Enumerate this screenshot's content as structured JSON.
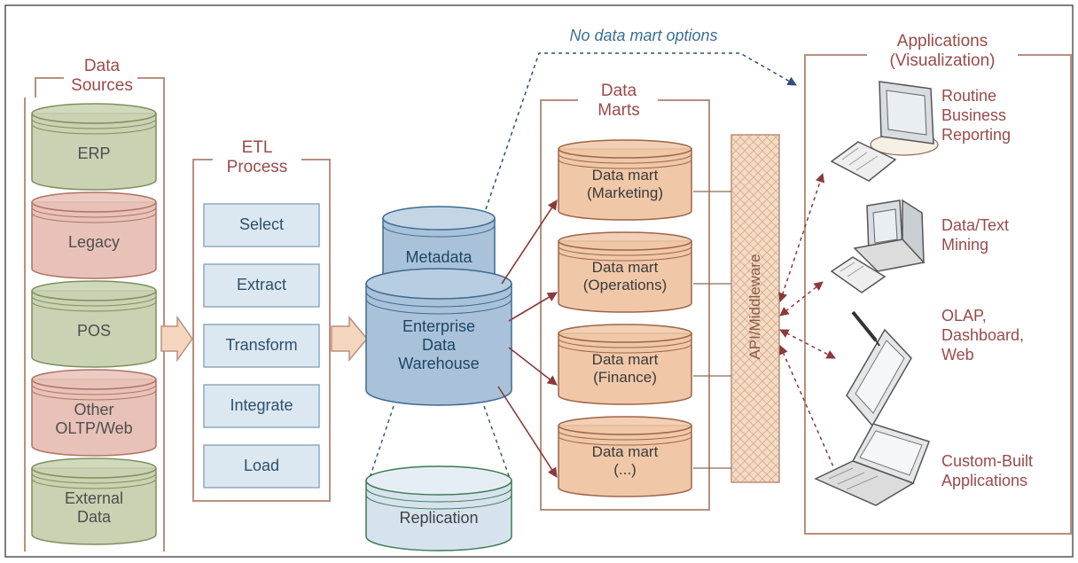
{
  "note": "No data mart options",
  "sources": {
    "title": "Data\nSources",
    "items": [
      {
        "label": "ERP",
        "color": "#c9d2b2"
      },
      {
        "label": "Legacy",
        "color": "#e8c2b8"
      },
      {
        "label": "POS",
        "color": "#c9d2b2"
      },
      {
        "label": "Other\nOLTP/Web",
        "color": "#e8c2b8"
      },
      {
        "label": "External\nData",
        "color": "#c9d2b2"
      }
    ]
  },
  "etl": {
    "title": "ETL\nProcess",
    "steps": [
      "Select",
      "Extract",
      "Transform",
      "Integrate",
      "Load"
    ]
  },
  "warehouse": {
    "metadata": "Metadata",
    "edw": "Enterprise\nData\nWarehouse",
    "replication": "Replication"
  },
  "marts": {
    "title": "Data\nMarts",
    "items": [
      "Data mart\n(Marketing)",
      "Data mart\n(Operations)",
      "Data mart\n(Finance)",
      "Data mart\n(...)"
    ]
  },
  "middleware": "API/Middleware",
  "applications": {
    "title": "Applications\n(Visualization)",
    "items": [
      {
        "label": "Routine\nBusiness\nReporting",
        "icon": "desktop-computer-icon"
      },
      {
        "label": "Data/Text\nMining",
        "icon": "workstation-computer-icon"
      },
      {
        "label": "OLAP,\nDashboard,\nWeb",
        "icon": "tablet-pen-icon"
      },
      {
        "label": "Custom-Built\nApplications",
        "icon": "laptop-icon"
      }
    ]
  },
  "colors": {
    "border": "#b8907e",
    "arrow": "#8b3a3a",
    "green": "#c9d2b2",
    "pink": "#e8c2b8",
    "blue": "#a9c2da",
    "mart": "#f0c8a8",
    "etl_box": "#dbe8f2"
  }
}
